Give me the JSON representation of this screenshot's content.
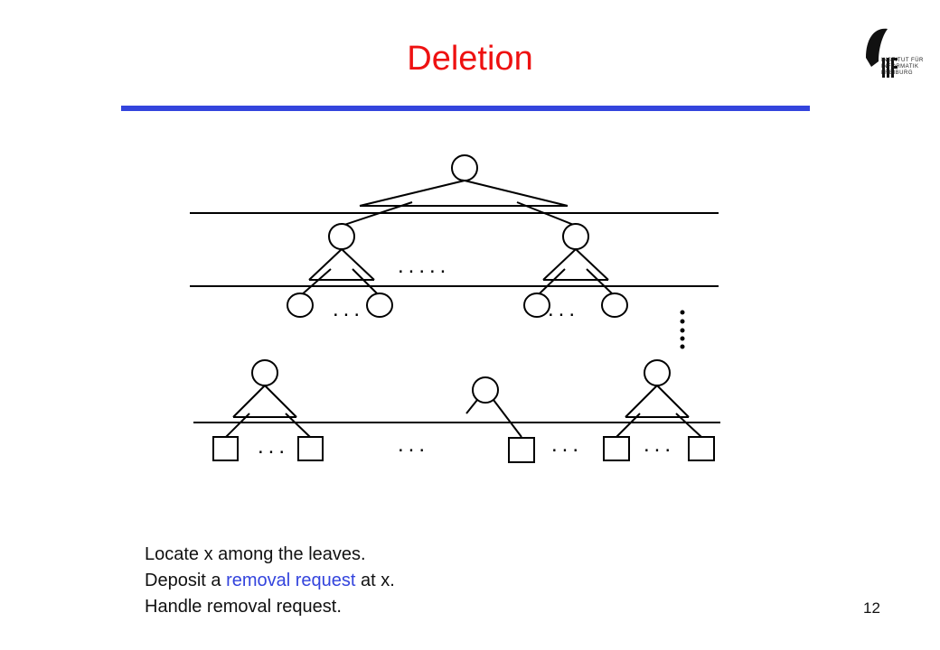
{
  "slide": {
    "title": "Deletion",
    "page_number": "12"
  },
  "logo": {
    "lines": [
      "INSTITUT FÜR",
      "INFORMATIK",
      "FREIBURG"
    ],
    "icon": "iif-logo-icon"
  },
  "diagram": {
    "dots": {
      "upper_middle": ".....",
      "level2_left": "...",
      "level2_right": "...",
      "leaf_left": "...",
      "leaf_mid_left": "...",
      "leaf_mid_right": "...",
      "leaf_right": "..."
    }
  },
  "text": {
    "line1": "Locate x among the leaves.",
    "line2_pre": "Deposit a ",
    "line2_highlight": "removal request",
    "line2_post": " at x.",
    "line3": "Handle removal request."
  },
  "colors": {
    "title": "#ee1111",
    "rule": "#3344dd",
    "highlight": "#3344dd"
  }
}
